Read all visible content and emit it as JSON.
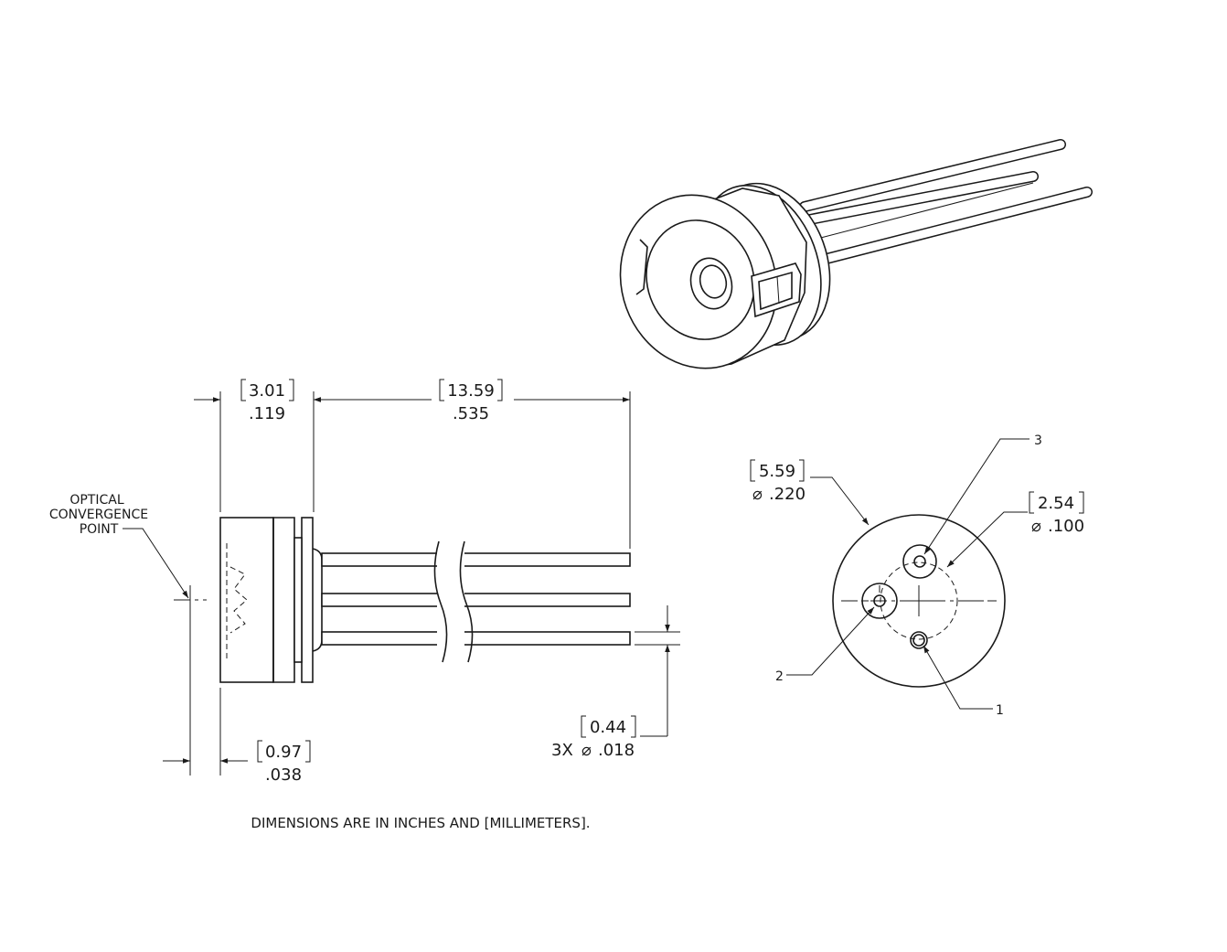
{
  "dimensions": {
    "body_length": {
      "mm": "3.01",
      "inch": ".119"
    },
    "lead_length": {
      "mm": "13.59",
      "inch": ".535"
    },
    "convergence_offset": {
      "mm": "0.97",
      "inch": ".038"
    },
    "lead_diameter": {
      "mm": "0.44",
      "prefix": "3X",
      "symbol": "⌀",
      "inch": ".018"
    },
    "body_diameter": {
      "mm": "5.59",
      "symbol": "⌀",
      "inch": ".220"
    },
    "pin_circle_diameter": {
      "mm": "2.54",
      "symbol": "⌀",
      "inch": ".100"
    }
  },
  "labels": {
    "optical_line1": "OPTICAL",
    "optical_line2": "CONVERGENCE",
    "optical_line3": "POINT",
    "pin1": "1",
    "pin2": "2",
    "pin3": "3"
  },
  "note": "DIMENSIONS ARE IN INCHES AND [MILLIMETERS]."
}
